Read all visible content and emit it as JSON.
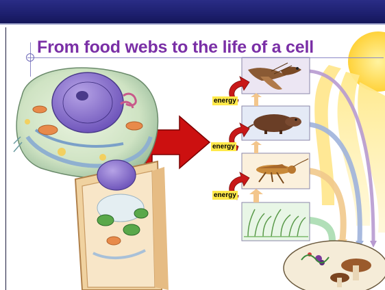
{
  "slide": {
    "title": "From food webs to the life of a cell",
    "energy_labels": [
      "energy",
      "energy",
      "energy"
    ]
  },
  "colors": {
    "header_band": "#1d1f6e",
    "title_text": "#7a2fa6",
    "double_arrow": "#cc1010",
    "energy_highlight": "#ffe94a",
    "sun": "#ffd94a"
  },
  "icons": [
    "animal-cell-illustration",
    "plant-cell-illustration",
    "double-headed-arrow-icon",
    "hawk-icon",
    "shrew-icon",
    "grasshopper-icon",
    "grass-icon",
    "sun-icon",
    "decomposer-mushrooms-icon",
    "curved-arrow-icon"
  ]
}
